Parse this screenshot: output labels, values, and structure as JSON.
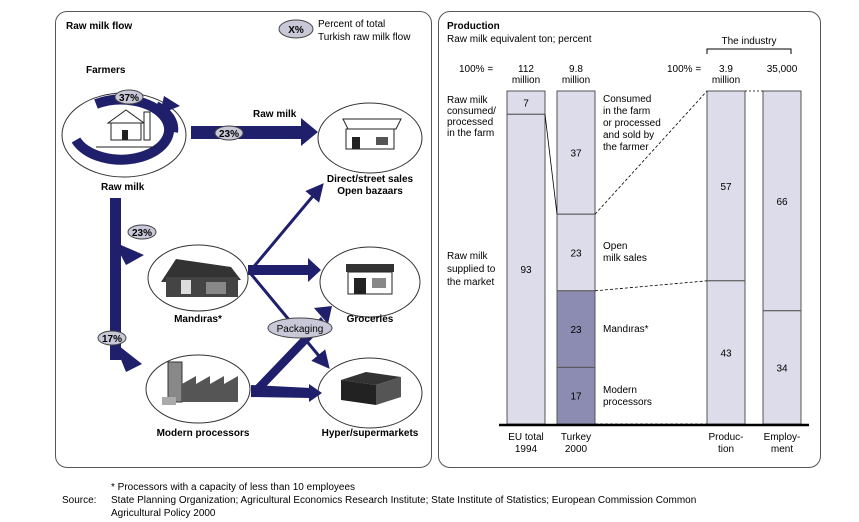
{
  "left": {
    "title": "Raw milk flow",
    "legend": {
      "symbol": "X%",
      "line1": "Percent of total",
      "line2": "Turkish raw milk flow"
    },
    "nodes": {
      "farmers": "Farmers",
      "raw_milk": "Raw milk",
      "direct_1": "Direct/street sales",
      "direct_2": "Open bazaars",
      "mandiras": "Mandıras*",
      "groceries": "Groceries",
      "modern": "Modern processors",
      "hyper": "Hyper/supermarkets"
    },
    "flows": {
      "own_use": "37%",
      "raw_milk_label": "Raw milk",
      "raw_milk_pct": "23%",
      "mandiras_pct": "23%",
      "modern_pct": "17%",
      "packaging": "Packaging"
    }
  },
  "right": {
    "title": "Production",
    "subtitle": "Raw milk equivalent ton; percent",
    "industry_label": "The industry",
    "hundred_label": "100% =",
    "left_labels": {
      "consumed": [
        "Raw milk",
        "consumed/",
        "processed",
        "in the farm"
      ],
      "supplied": [
        "Raw milk",
        "supplied to",
        "the market"
      ]
    },
    "seg_labels": {
      "consumed": [
        "Consumed",
        "in the farm",
        "or processed",
        "and sold by",
        "the farmer"
      ],
      "open": [
        "Open",
        "milk sales"
      ],
      "mandiras": "Mandıras*",
      "modern": [
        "Modern",
        "processors"
      ]
    }
  },
  "chart_data": {
    "type": "bar",
    "title": "Production",
    "subtitle": "Raw milk equivalent ton; percent",
    "bars": [
      {
        "label": [
          "EU total",
          "1994"
        ],
        "total": [
          "112",
          "million"
        ],
        "segments": [
          {
            "name": "Raw milk consumed/processed in the farm",
            "value": 7
          },
          {
            "name": "Raw milk supplied to the market",
            "value": 93
          }
        ]
      },
      {
        "label": [
          "Turkey",
          "2000"
        ],
        "total": [
          "9.8",
          "million"
        ],
        "segments": [
          {
            "name": "Consumed in the farm or processed and sold by the farmer",
            "value": 37
          },
          {
            "name": "Open milk sales",
            "value": 23
          },
          {
            "name": "Mandıras*",
            "value": 23
          },
          {
            "name": "Modern processors",
            "value": 17
          }
        ]
      },
      {
        "label": [
          "Produc-",
          "tion"
        ],
        "total": [
          "3.9",
          "million"
        ],
        "segments": [
          {
            "name": "Mandıras*",
            "value": 57
          },
          {
            "name": "Modern processors",
            "value": 43
          }
        ]
      },
      {
        "label": [
          "Employ-",
          "ment"
        ],
        "total": [
          "35,000"
        ],
        "segments": [
          {
            "name": "Mandıras*",
            "value": 66
          },
          {
            "name": "Modern processors",
            "value": 34
          }
        ]
      }
    ],
    "colors": {
      "light": "#dcdcea",
      "dark": "#8c8cb2"
    }
  },
  "footer": {
    "note": "* Processors with a capacity of less than 10 employees",
    "source_label": "Source:",
    "source_1": "State Planning Organization; Agricultural Economics Research Institute; State Institute of Statistics; European Commission Common",
    "source_2": "Agricultural Policy 2000"
  }
}
